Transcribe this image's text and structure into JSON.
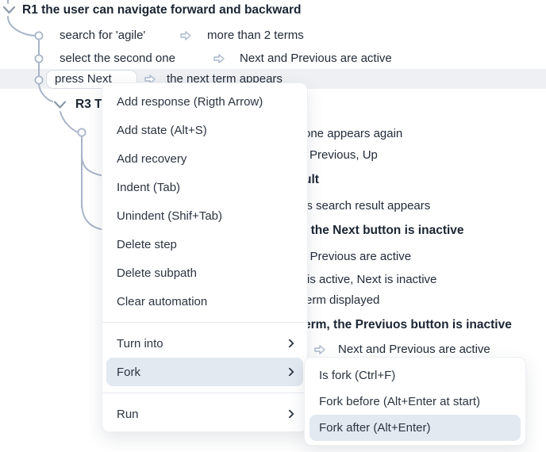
{
  "colors": {
    "tree_line": "#a8b4c8",
    "chevron": "#8b99ab",
    "arrow_icon": "#a9b8cf",
    "row_highlight": "#eef0f3",
    "menu_highlight": "#e3e9f1",
    "text": "#222c3a",
    "bold_text": "#1b2533"
  },
  "icons": {
    "collapse": "chevron-down-icon",
    "node": "circle-node-icon",
    "response": "response-arrow-icon",
    "submenu": "chevron-right-icon"
  },
  "tree": {
    "root_label": "R1 the user can navigate forward and backward",
    "steps": [
      {
        "action": "search for 'agile'",
        "response": "more than 2 terms",
        "selected": false
      },
      {
        "action": "select the second one",
        "response": "Next and Previous are active",
        "selected": false
      },
      {
        "action": "press Next",
        "response": "the next term appears",
        "selected": true
      }
    ],
    "subnode_label": "R3 T",
    "fragments": [
      {
        "text": "one appears again",
        "bold": false
      },
      {
        "text": "Previous, Up",
        "bold": false
      },
      {
        "text": "ult",
        "bold": true
      },
      {
        "text": "is search result appears",
        "bold": false
      },
      {
        "text": ", the Next button is inactive",
        "bold": true
      },
      {
        "text": "l Previous are active",
        "bold": false
      },
      {
        "text": "is active, Next is inactive",
        "bold": false
      },
      {
        "text": "erm displayed",
        "bold": false
      },
      {
        "text": "erm, the Previuos button is inactive",
        "bold": true
      },
      {
        "text": "Next and Previous are active",
        "bold": false,
        "has_arrow": true
      }
    ]
  },
  "context_menu": {
    "items": [
      {
        "label": "Add response (Rigth Arrow)"
      },
      {
        "label": "Add state (Alt+S)"
      },
      {
        "label": "Add recovery"
      },
      {
        "label": "Indent (Tab)"
      },
      {
        "label": "Unindent (Shif+Tab)"
      },
      {
        "label": "Delete step"
      },
      {
        "label": "Delete subpath"
      },
      {
        "label": "Clear automation"
      },
      {
        "label": "Turn into",
        "has_submenu": true
      },
      {
        "label": "Fork",
        "has_submenu": true,
        "highlighted": true
      },
      {
        "label": "Run",
        "has_submenu": true
      }
    ]
  },
  "fork_submenu": {
    "items": [
      {
        "label": "Is fork (Ctrl+F)"
      },
      {
        "label": "Fork before (Alt+Enter at start)"
      },
      {
        "label": "Fork after (Alt+Enter)",
        "highlighted": true
      }
    ]
  }
}
